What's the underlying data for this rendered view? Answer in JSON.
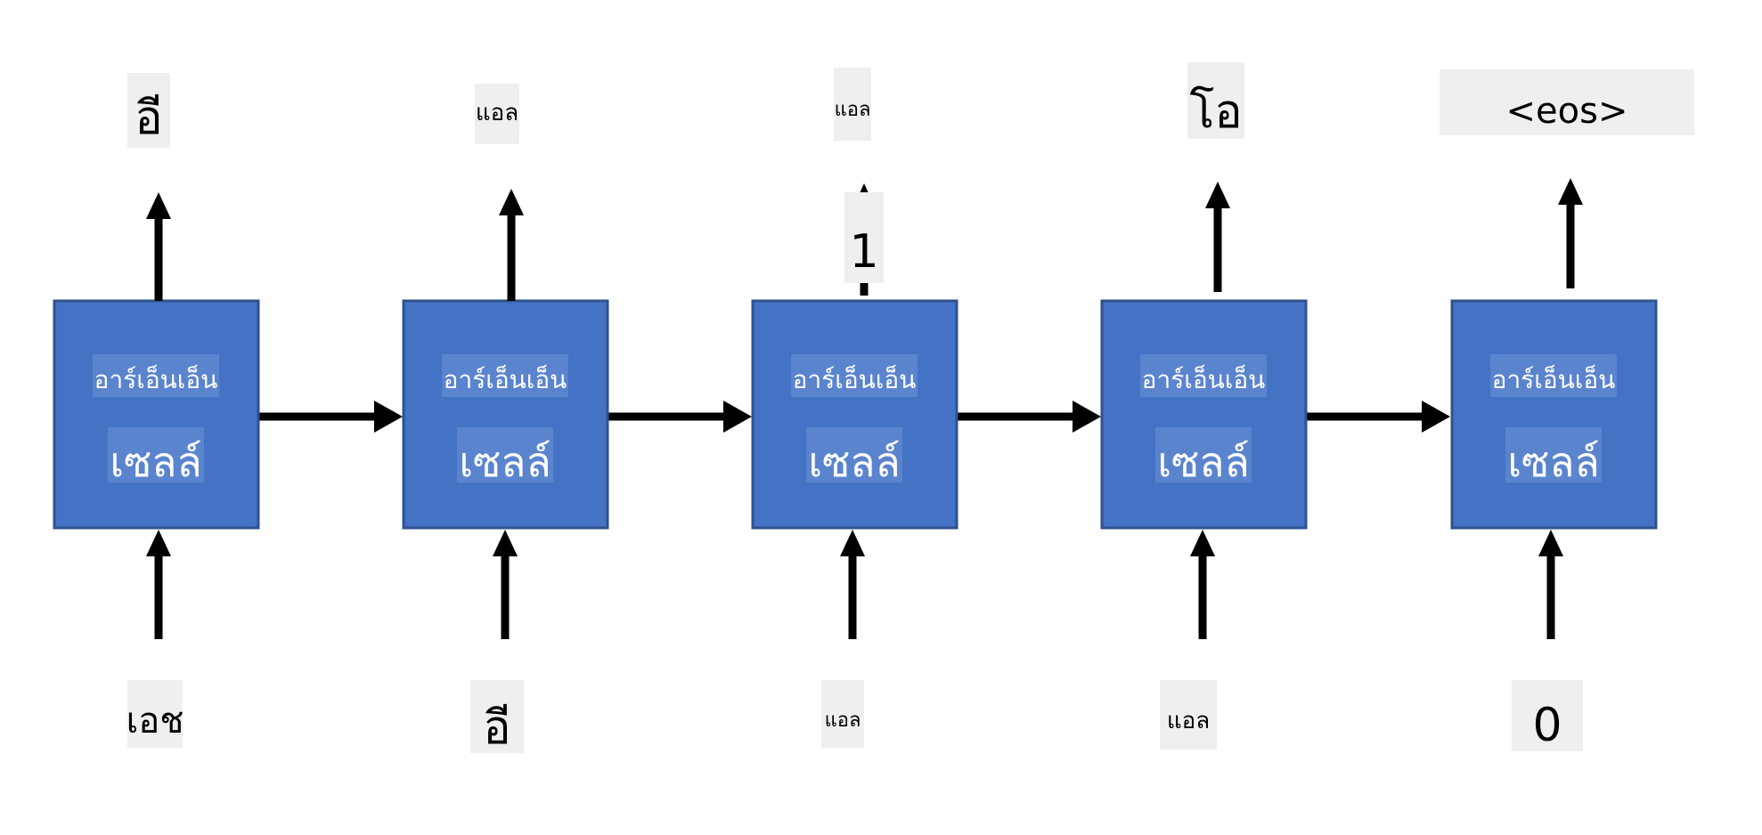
{
  "cells": [
    {
      "line1": "อาร์เอ็นเอ็น",
      "line2": "เซลล์"
    },
    {
      "line1": "อาร์เอ็นเอ็น",
      "line2": "เซลล์"
    },
    {
      "line1": "อาร์เอ็นเอ็น",
      "line2": "เซลล์"
    },
    {
      "line1": "อาร์เอ็นเอ็น",
      "line2": "เซลล์"
    },
    {
      "line1": "อาร์เอ็นเอ็น",
      "line2": "เซลล์"
    }
  ],
  "outputs": [
    "อี",
    "แอล",
    "แอล",
    "โอ",
    "<eos>"
  ],
  "inputs": [
    "เอช",
    "อี",
    "แอล",
    "แอล",
    "0"
  ],
  "overlay_label": "1",
  "colors": {
    "cell_fill": "#4472c4",
    "cell_border": "#2f528f",
    "arrow": "#000000",
    "label_chip": "#efefef"
  }
}
